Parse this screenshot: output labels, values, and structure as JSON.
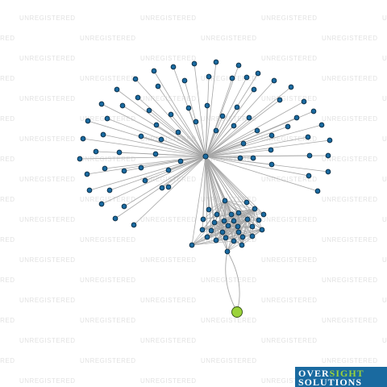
{
  "watermark_text": "UNREGISTERED",
  "logo": {
    "word1": "OVER",
    "word2": "SIGHT",
    "line2": "SOLUTIONS"
  },
  "colors": {
    "background": "#ffffff",
    "edge": "#a6a6a6",
    "node_fill": "#1a6aa0",
    "node_stroke": "#0b2a40",
    "highlight_fill": "#9bd33a",
    "highlight_stroke": "#2e4a10",
    "watermark": "#e2e2e2",
    "logo_bg": "#1a6aa0"
  },
  "graph": {
    "type": "network",
    "hub_node": "hub",
    "highlight_node": "target"
  }
}
